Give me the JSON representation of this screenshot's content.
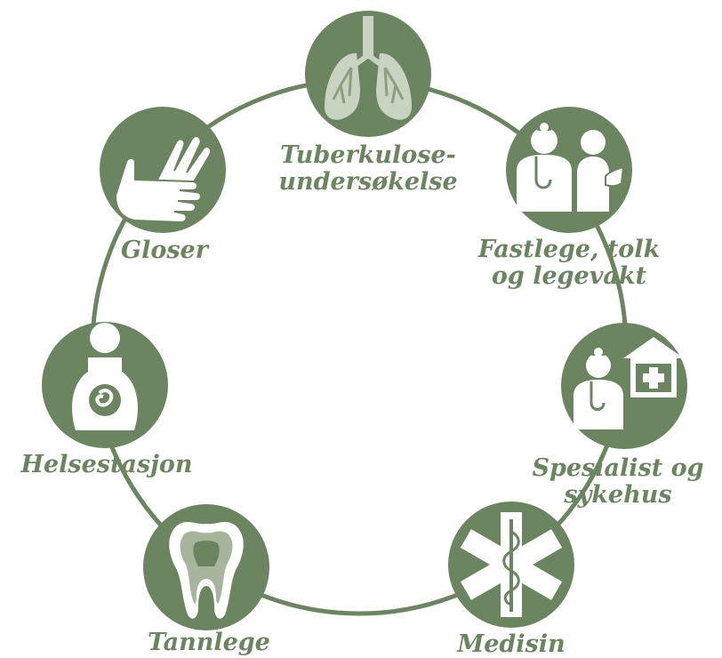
{
  "colors": {
    "accent": "#6b8560",
    "icon_light": "#ffffff",
    "icon_muted": "#a6b59c"
  },
  "items": [
    {
      "id": "tuberkulose",
      "label_line1": "Tuberkulose-",
      "label_line2": "undersøkelse",
      "icon": "lungs-icon"
    },
    {
      "id": "fastlege",
      "label_line1": "Fastlege, tolk",
      "label_line2": "og legevakt",
      "icon": "doctor-interpreter-icon"
    },
    {
      "id": "spesialist",
      "label_line1": "Spesialist og",
      "label_line2": "sykehus",
      "icon": "doctor-hospital-icon"
    },
    {
      "id": "medisin",
      "label_line1": "Medisin",
      "icon": "star-of-life-icon"
    },
    {
      "id": "tannlege",
      "label_line1": "Tannlege",
      "icon": "tooth-icon"
    },
    {
      "id": "helsestasjon",
      "label_line1": "Helsestasjon",
      "icon": "pregnant-woman-icon"
    },
    {
      "id": "gloser",
      "label_line1": "Gloser",
      "icon": "sign-language-hands-icon"
    }
  ]
}
